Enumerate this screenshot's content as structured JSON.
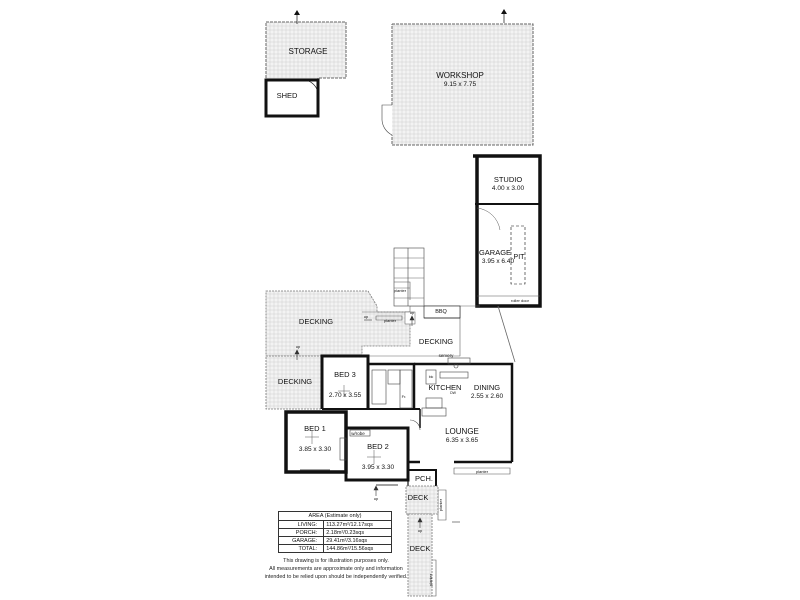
{
  "rooms": {
    "storage": "STORAGE",
    "shed": "SHED",
    "workshop": "WORKSHOP",
    "workshop_dims": "9.15 x 7.75",
    "studio": "STUDIO",
    "studio_dims": "4.00 x 3.00",
    "garage": "GARAGE",
    "garage_dims": "3.95 x 6.40",
    "pit": "PIT",
    "decking_1": "DECKING",
    "decking_2": "DECKING",
    "decking_3": "DECKING",
    "bed3": "BED 3",
    "bed3_dims": "2.70 x 3.55",
    "kitchen": "KITCHEN",
    "dining": "DINING",
    "dining_dims": "2.55 x 2.60",
    "bed1": "BED 1",
    "bed1_dims": "3.85 x 3.30",
    "bed2": "BED 2",
    "bed2_dims": "3.95 x 3.30",
    "lounge": "LOUNGE",
    "lounge_dims": "6.35 x 3.65",
    "porch": "PCH.",
    "deck_1": "DECK",
    "deck_2": "DECK"
  },
  "small_labels": {
    "roller_door": "roller door",
    "planter_1": "planter",
    "planter_2": "planter",
    "planter_3": "planter",
    "planter_4": "planter",
    "planter_5": "planter",
    "bbq": "BBQ",
    "servery": "servery",
    "robe": "w/robe",
    "up_1": "up",
    "up_2": "up",
    "up_3": "up",
    "up_4": "up",
    "up_5": "up",
    "dw": "DW",
    "fr": "Fr.",
    "bic": "bic"
  },
  "area_table": {
    "title": "AREA (Estimate only)",
    "rows": [
      {
        "label": "LIVING:",
        "value": "113.27m²/12.17sqs"
      },
      {
        "label": "PORCH:",
        "value": "2.18m²/0.23sqs"
      },
      {
        "label": "GARAGE:",
        "value": "29.41m²/3.16sqs"
      },
      {
        "label": "TOTAL:",
        "value": "144.86m²/15.56sqs"
      }
    ]
  },
  "disclaimer": [
    "This drawing is for illustration purposes only.",
    "All measurements are approximate only and information",
    "intended to be relied upon should be independently verified."
  ],
  "colors": {
    "wall": "#111111",
    "hatch": "#bdbdbd",
    "line": "#444444"
  }
}
